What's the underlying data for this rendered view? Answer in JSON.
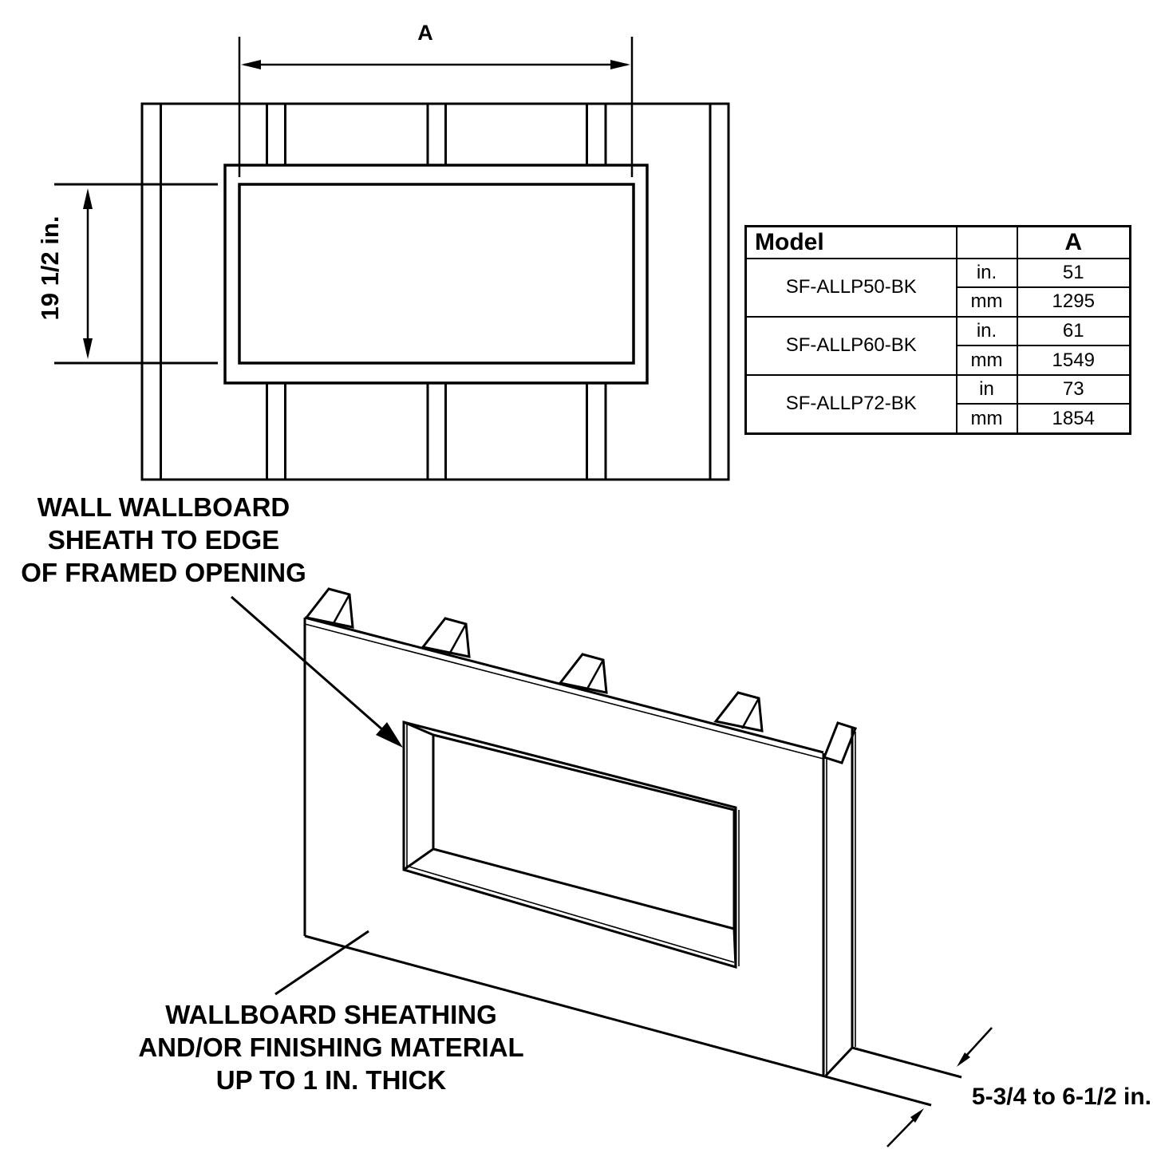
{
  "dimensions": {
    "width_label": "A",
    "height_label": "19 1/2 in.",
    "depth_label": "5-3/4 to 6-1/2 in."
  },
  "notes": {
    "top": [
      "WALL WALLBOARD",
      "SHEATH TO EDGE",
      "OF FRAMED OPENING"
    ],
    "bottom": [
      "WALLBOARD SHEATHING",
      "AND/OR FINISHING MATERIAL",
      "UP TO 1 IN. THICK"
    ]
  },
  "table": {
    "header": {
      "model": "Model",
      "unit": "",
      "a": "A"
    },
    "rows": [
      {
        "model": "SF-ALLP50-BK",
        "units": [
          {
            "unit": "in.",
            "value": "51"
          },
          {
            "unit": "mm",
            "value": "1295"
          }
        ]
      },
      {
        "model": "SF-ALLP60-BK",
        "units": [
          {
            "unit": "in.",
            "value": "61"
          },
          {
            "unit": "mm",
            "value": "1549"
          }
        ]
      },
      {
        "model": "SF-ALLP72-BK",
        "units": [
          {
            "unit": "in",
            "value": "73"
          },
          {
            "unit": "mm",
            "value": "1854"
          }
        ]
      }
    ]
  },
  "colors": {
    "line": "#000000",
    "text": "#000000",
    "background": "#ffffff"
  }
}
